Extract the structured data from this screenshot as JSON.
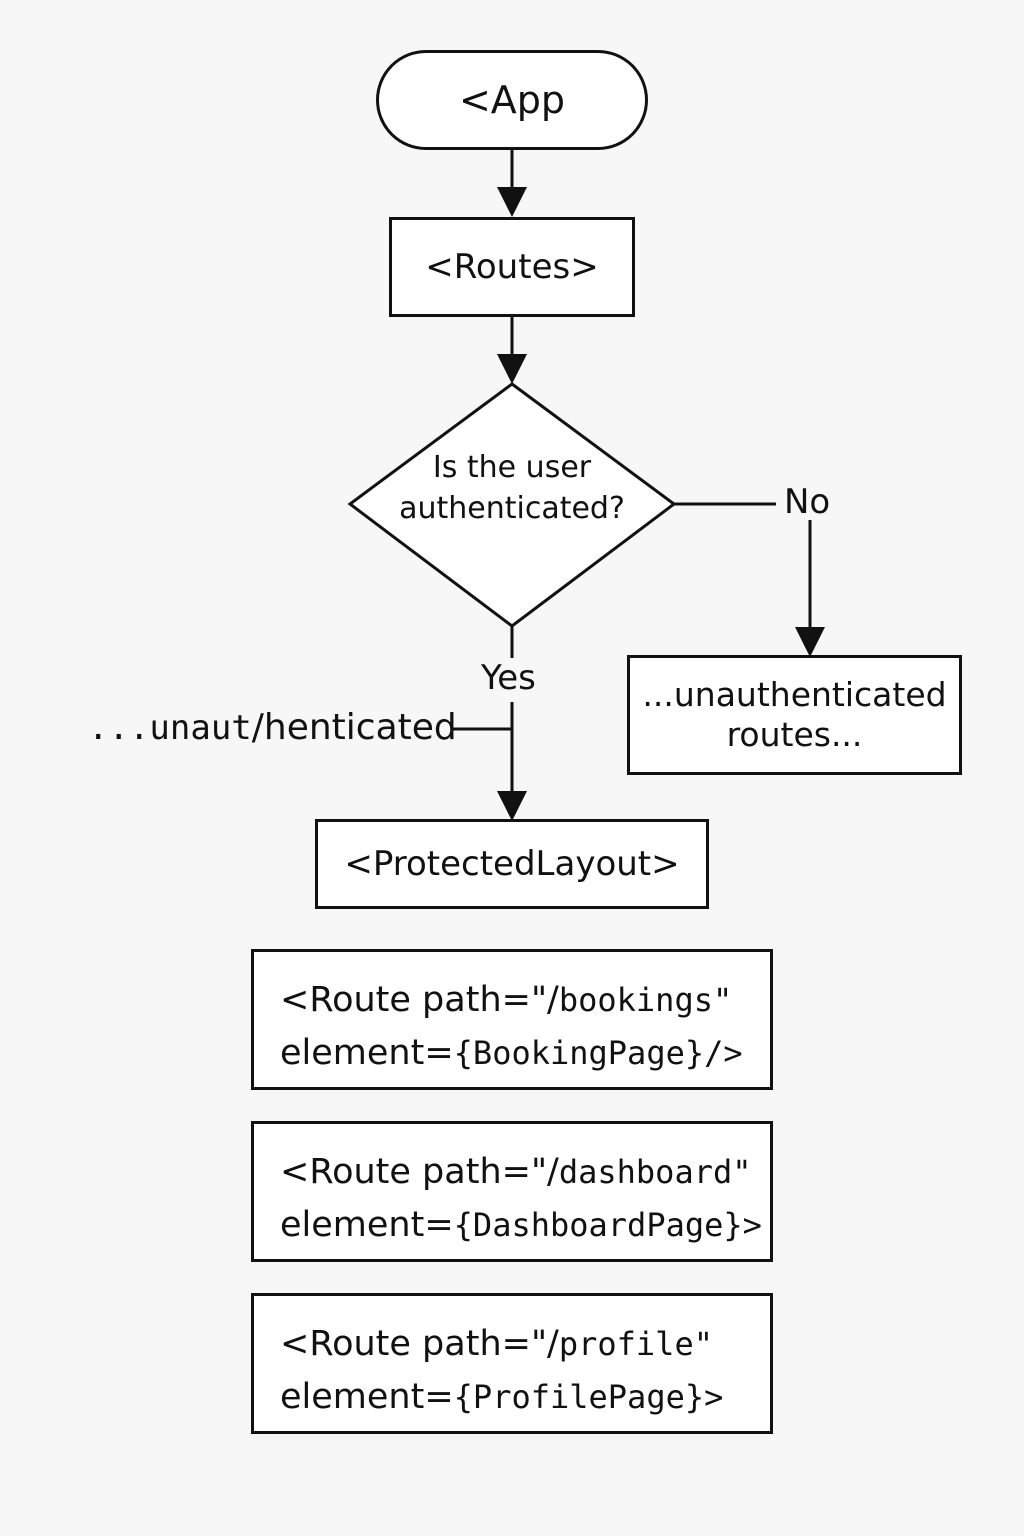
{
  "nodes": {
    "app": {
      "label": "<App"
    },
    "routes": {
      "label": "<Routes>"
    },
    "decision": {
      "line1": "Is the user",
      "line2": "authenticated?"
    },
    "unauth_routes": {
      "line1": "...unauthenticated",
      "line2": "routes..."
    },
    "protected_layout": {
      "label": "<ProtectedLayout>"
    },
    "route_items": [
      {
        "line1_prefix": "<Route path=\"/",
        "line1_mono": "bookings\"",
        "line2_prefix": "element=",
        "line2_mono": "{BookingPage}/>"
      },
      {
        "line1_prefix": "<Route path=\"/",
        "line1_mono": "dashboard\"",
        "line2_prefix": "element=",
        "line2_mono": "{DashboardPage}>"
      },
      {
        "line1_prefix": "<Route path=\"/",
        "line1_mono": "profile\"",
        "line2_prefix": "element=",
        "line2_mono": "{ProfilePage}>"
      }
    ]
  },
  "labels": {
    "yes": "Yes",
    "no": "No",
    "left_side_mono": "...unaut",
    "left_side_text": "/henticated"
  },
  "colors": {
    "background": "#f7f7f7",
    "stroke": "#111111",
    "fill": "#ffffff"
  }
}
